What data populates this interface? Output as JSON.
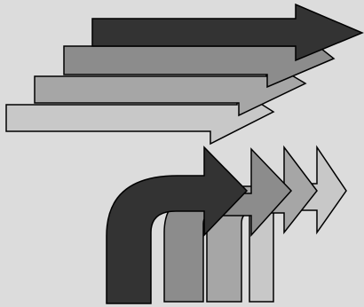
{
  "figure": {
    "kind": "arrow-graphic",
    "straight_arrows": {
      "count": 4,
      "direction": "right",
      "fills_front_to_back": [
        "#333333",
        "#8c8c8c",
        "#a6a6a6",
        "#c8c8c8"
      ]
    },
    "curved_arrows": {
      "count": 4,
      "direction": "up-then-right",
      "fills_front_to_back": [
        "#333333",
        "#8c8c8c",
        "#a6a6a6",
        "#c8c8c8"
      ]
    },
    "outline_color": "#000000",
    "background_color": "#dcdcdc"
  }
}
